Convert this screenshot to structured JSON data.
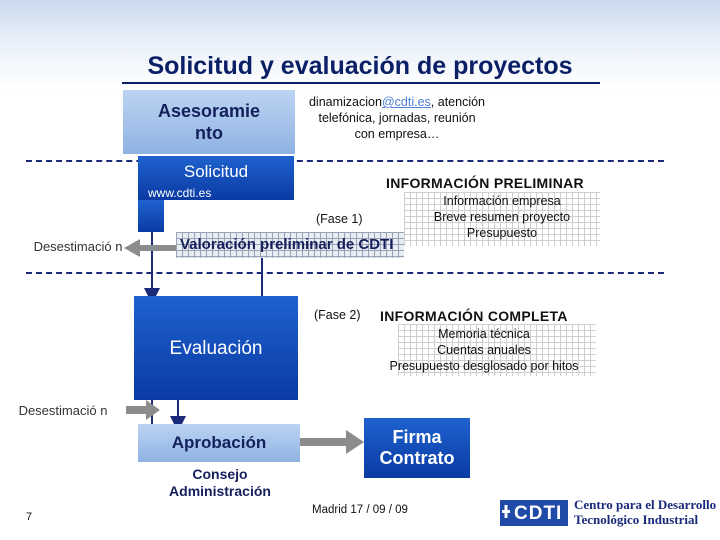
{
  "title": "Solicitud y evaluación de proyectos",
  "nodes": {
    "asesoramiento": "Asesoramie nto",
    "solicitud": "Solicitud",
    "solicitud_url": "www.cdti.es",
    "valoracion": "Valoración preliminar de CDTI",
    "evaluacion": "Evaluación",
    "aprobacion": "Aprobación",
    "consejo": "Consejo Administración",
    "firma": "Firma Contrato",
    "desestimacion_1": "Desestimació n",
    "desestimacion_2": "Desestimació n"
  },
  "contact": {
    "link": "dinamizacion@cdti.es",
    "after_link": ",",
    "rest": "atención telefónica, jornadas, reunión con empresa…"
  },
  "phases": {
    "fase1": "(Fase 1)",
    "fase2": "(Fase 2)"
  },
  "info_preliminar": {
    "heading": "INFORMACIÓN PRELIMINAR",
    "items": [
      "Información empresa",
      "Breve resumen proyecto",
      "Presupuesto"
    ]
  },
  "info_completa": {
    "heading": "INFORMACIÓN COMPLETA",
    "items": [
      "Memoria técnica",
      "Cuentas anuales",
      "Presupuesto desglosado por hitos"
    ]
  },
  "footer": {
    "page_number": "7",
    "date": "Madrid 17 / 09 / 09",
    "logo_text": "CDTI",
    "org_line1": "Centro para el Desarrollo",
    "org_line2": "Tecnológico Industrial"
  },
  "colors": {
    "dark_blue": "#0b3aa3",
    "light_blue": "#8fb2e2",
    "navy_text": "#0b1f66",
    "arrow_grey": "#8c8c8c"
  }
}
